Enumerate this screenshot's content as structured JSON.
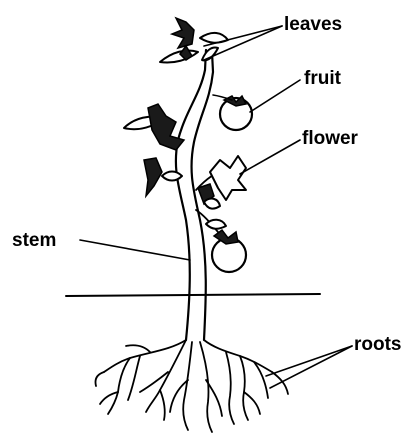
{
  "labels": {
    "leaves": "leaves",
    "fruit": "fruit",
    "flower": "flower",
    "stem": "stem",
    "roots": "roots"
  },
  "colors": {
    "ink": "#000000",
    "background": "#ffffff"
  }
}
